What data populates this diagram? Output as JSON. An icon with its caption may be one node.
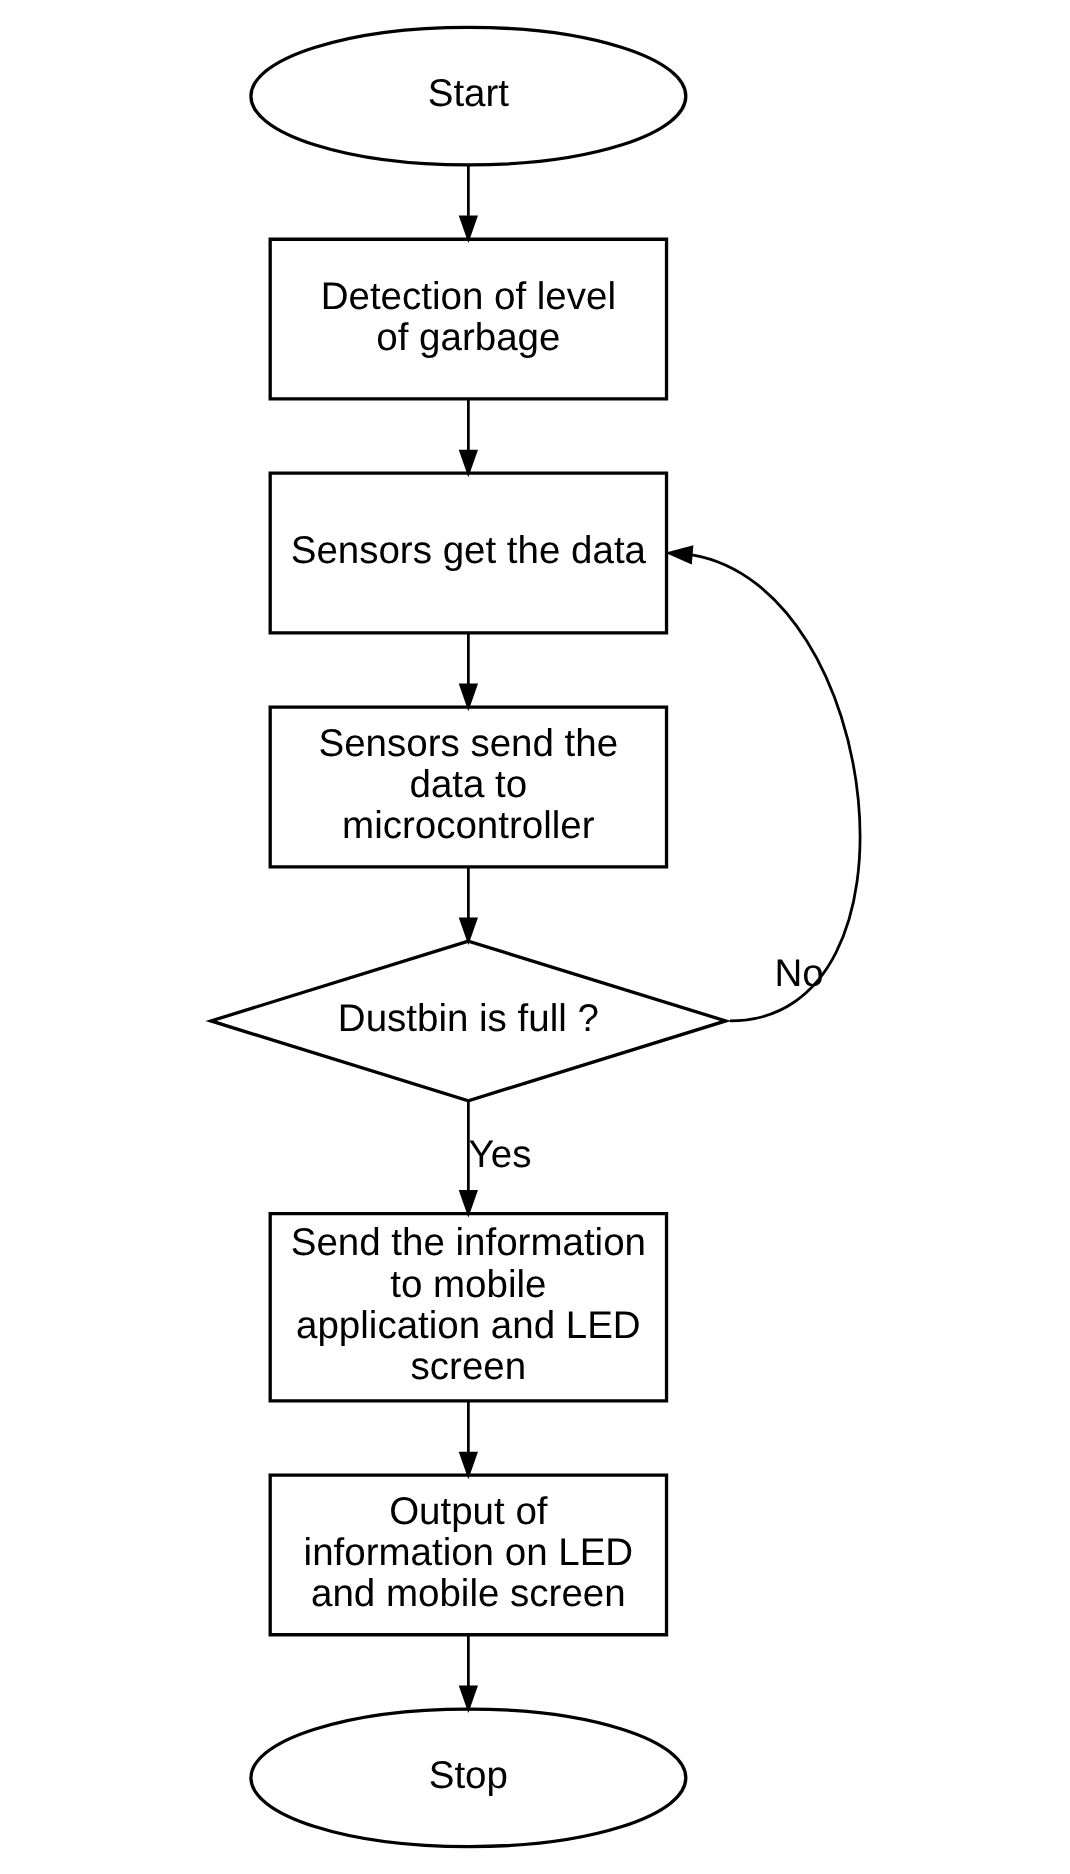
{
  "diagram": {
    "nodes": [
      {
        "text": [
          "Start"
        ]
      },
      {
        "text": [
          "Detection of level of garbage"
        ]
      },
      {
        "text": [
          "Sensors get the data"
        ]
      },
      {
        "text": [
          "Sensors send the data to microcontroller"
        ]
      },
      {
        "text": [
          "Dustbin is full ?"
        ]
      },
      {
        "text": [
          "Send the information to mobile application and LED screen"
        ]
      },
      {
        "text": [
          "Output of information on LED and mobile screen"
        ]
      },
      {
        "text": [
          "Stop"
        ]
      }
    ],
    "edges": [
      {
        "from": 0,
        "to": 1,
        "arrow": "to"
      },
      {
        "from": 1,
        "to": 2,
        "arrow": "to"
      },
      {
        "from": 2,
        "to": 3,
        "arrow": "to"
      },
      {
        "from": 3,
        "to": 4,
        "arrow": "to"
      },
      {
        "from": 4,
        "to": 2,
        "arrow": "to",
        "label": "No"
      },
      {
        "from": 4,
        "to": 5,
        "arrow": "to",
        "label": "Yes"
      },
      {
        "from": 5,
        "to": 6,
        "arrow": "to"
      },
      {
        "from": 6,
        "to": 7,
        "arrow": "to"
      }
    ]
  }
}
